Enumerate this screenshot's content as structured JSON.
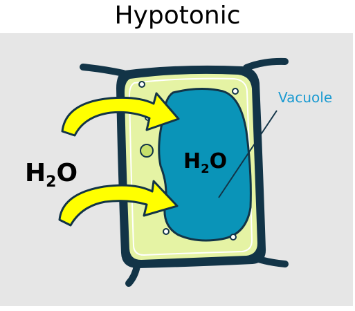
{
  "title": "Hypotonic",
  "labels": {
    "outside_water": "H",
    "outside_sub": "2",
    "outside_o": "O",
    "inside_water": "H",
    "inside_sub": "2",
    "inside_o": "O",
    "vacuole": "Vacuole"
  },
  "colors": {
    "background_panel": "#e6e6e6",
    "cell_wall": "#123447",
    "cytoplasm": "#e5f3a4",
    "vacuole": "#0a94b8",
    "arrow_fill": "#ffff00",
    "vacuole_label": "#1a9ad1"
  },
  "icons": [
    "water-influx-arrow",
    "nucleus",
    "chloroplast-dot"
  ]
}
